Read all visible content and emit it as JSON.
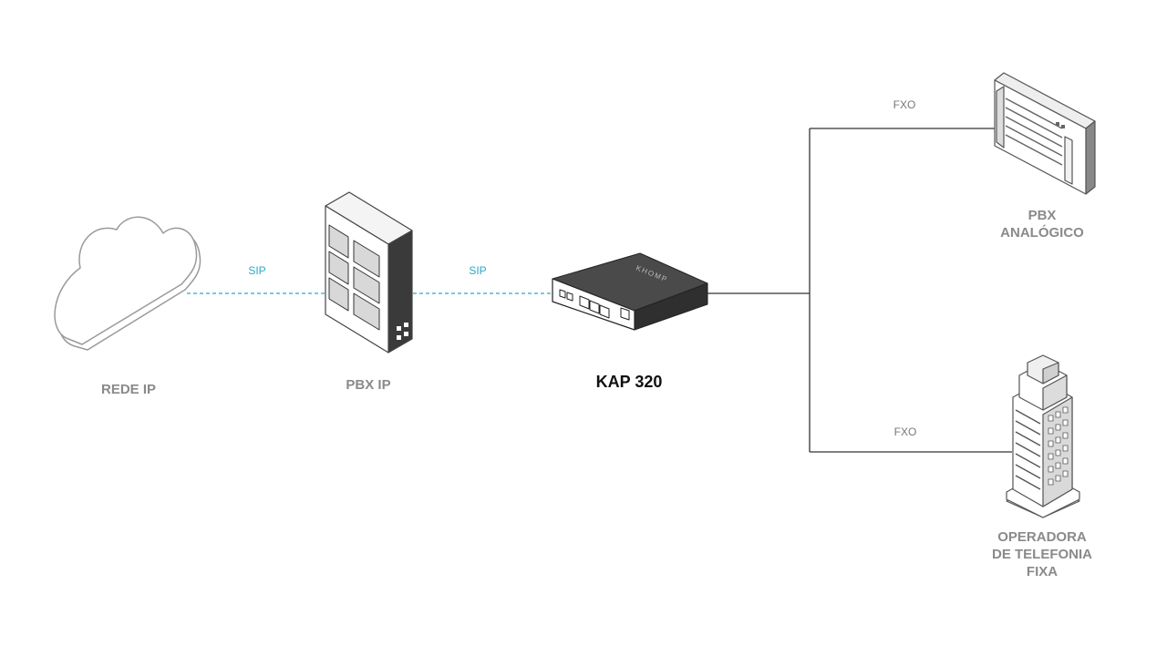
{
  "nodes": {
    "cloud": {
      "label": "REDE IP"
    },
    "pbx_ip": {
      "label": "PBX IP"
    },
    "gateway": {
      "label": "KAP 320",
      "brand": "KHOMP"
    },
    "pbx_analog": {
      "label": "PBX\nANALÓGICO"
    },
    "operator": {
      "label": "OPERADORA\nDE TELEFONIA\nFIXA"
    }
  },
  "links": {
    "cloud_pbx": {
      "label": "SIP",
      "style": "dashed",
      "color": "#29a9c9"
    },
    "pbx_gateway": {
      "label": "SIP",
      "style": "dashed",
      "color": "#29a9c9"
    },
    "gateway_analog": {
      "label": "FXO",
      "style": "solid",
      "color": "#333333"
    },
    "gateway_operator": {
      "label": "FXO",
      "style": "solid",
      "color": "#333333"
    }
  },
  "colors": {
    "sip": "#29a9c9",
    "line": "#333333",
    "device_dark": "#2f2f2f",
    "outline": "#8a8a8a",
    "label_gray": "#8a8a8a"
  }
}
